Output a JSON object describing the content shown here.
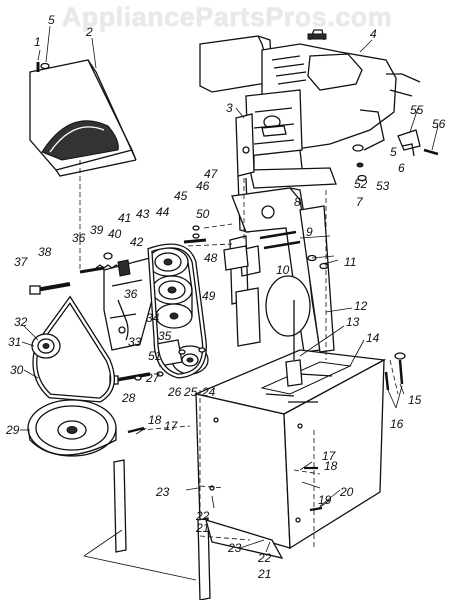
{
  "watermark": "AppliancePartsPros.com",
  "part_labels": [
    {
      "id": "p1",
      "text": "1"
    },
    {
      "id": "p5a",
      "text": "5"
    },
    {
      "id": "p2",
      "text": "2"
    },
    {
      "id": "p4",
      "text": "4"
    },
    {
      "id": "p3",
      "text": "3"
    },
    {
      "id": "p55",
      "text": "55"
    },
    {
      "id": "p56",
      "text": "56"
    },
    {
      "id": "p5b",
      "text": "5"
    },
    {
      "id": "p6",
      "text": "6"
    },
    {
      "id": "p52",
      "text": "52"
    },
    {
      "id": "p53",
      "text": "53"
    },
    {
      "id": "p7",
      "text": "7"
    },
    {
      "id": "p47",
      "text": "47"
    },
    {
      "id": "p46",
      "text": "46"
    },
    {
      "id": "p8",
      "text": "8"
    },
    {
      "id": "p45",
      "text": "45"
    },
    {
      "id": "p44",
      "text": "44"
    },
    {
      "id": "p43",
      "text": "43"
    },
    {
      "id": "p50",
      "text": "50"
    },
    {
      "id": "p41",
      "text": "41"
    },
    {
      "id": "p39",
      "text": "39"
    },
    {
      "id": "p40",
      "text": "40"
    },
    {
      "id": "p42",
      "text": "42"
    },
    {
      "id": "p36a",
      "text": "36"
    },
    {
      "id": "p38",
      "text": "38"
    },
    {
      "id": "p9",
      "text": "9"
    },
    {
      "id": "p48",
      "text": "48"
    },
    {
      "id": "p11",
      "text": "11"
    },
    {
      "id": "p10",
      "text": "10"
    },
    {
      "id": "p37",
      "text": "37"
    },
    {
      "id": "p49",
      "text": "49"
    },
    {
      "id": "p36b",
      "text": "36"
    },
    {
      "id": "p34",
      "text": "34"
    },
    {
      "id": "p12",
      "text": "12"
    },
    {
      "id": "p32",
      "text": "32"
    },
    {
      "id": "p35",
      "text": "35"
    },
    {
      "id": "p13",
      "text": "13"
    },
    {
      "id": "p31",
      "text": "31"
    },
    {
      "id": "p33",
      "text": "33"
    },
    {
      "id": "p14",
      "text": "14"
    },
    {
      "id": "p51",
      "text": "51"
    },
    {
      "id": "p27",
      "text": "27"
    },
    {
      "id": "p30",
      "text": "30"
    },
    {
      "id": "p26",
      "text": "26"
    },
    {
      "id": "p25",
      "text": "25"
    },
    {
      "id": "p24",
      "text": "24"
    },
    {
      "id": "p28",
      "text": "28"
    },
    {
      "id": "p15",
      "text": "15"
    },
    {
      "id": "p16",
      "text": "16"
    },
    {
      "id": "p29",
      "text": "29"
    },
    {
      "id": "p18a",
      "text": "18"
    },
    {
      "id": "p17a",
      "text": "17"
    },
    {
      "id": "p17b",
      "text": "17"
    },
    {
      "id": "p18b",
      "text": "18"
    },
    {
      "id": "p20",
      "text": "20"
    },
    {
      "id": "p23a",
      "text": "23"
    },
    {
      "id": "p19",
      "text": "19"
    },
    {
      "id": "p22a",
      "text": "22"
    },
    {
      "id": "p21a",
      "text": "21"
    },
    {
      "id": "p23b",
      "text": "23"
    },
    {
      "id": "p22b",
      "text": "22"
    },
    {
      "id": "p21b",
      "text": "21"
    }
  ]
}
